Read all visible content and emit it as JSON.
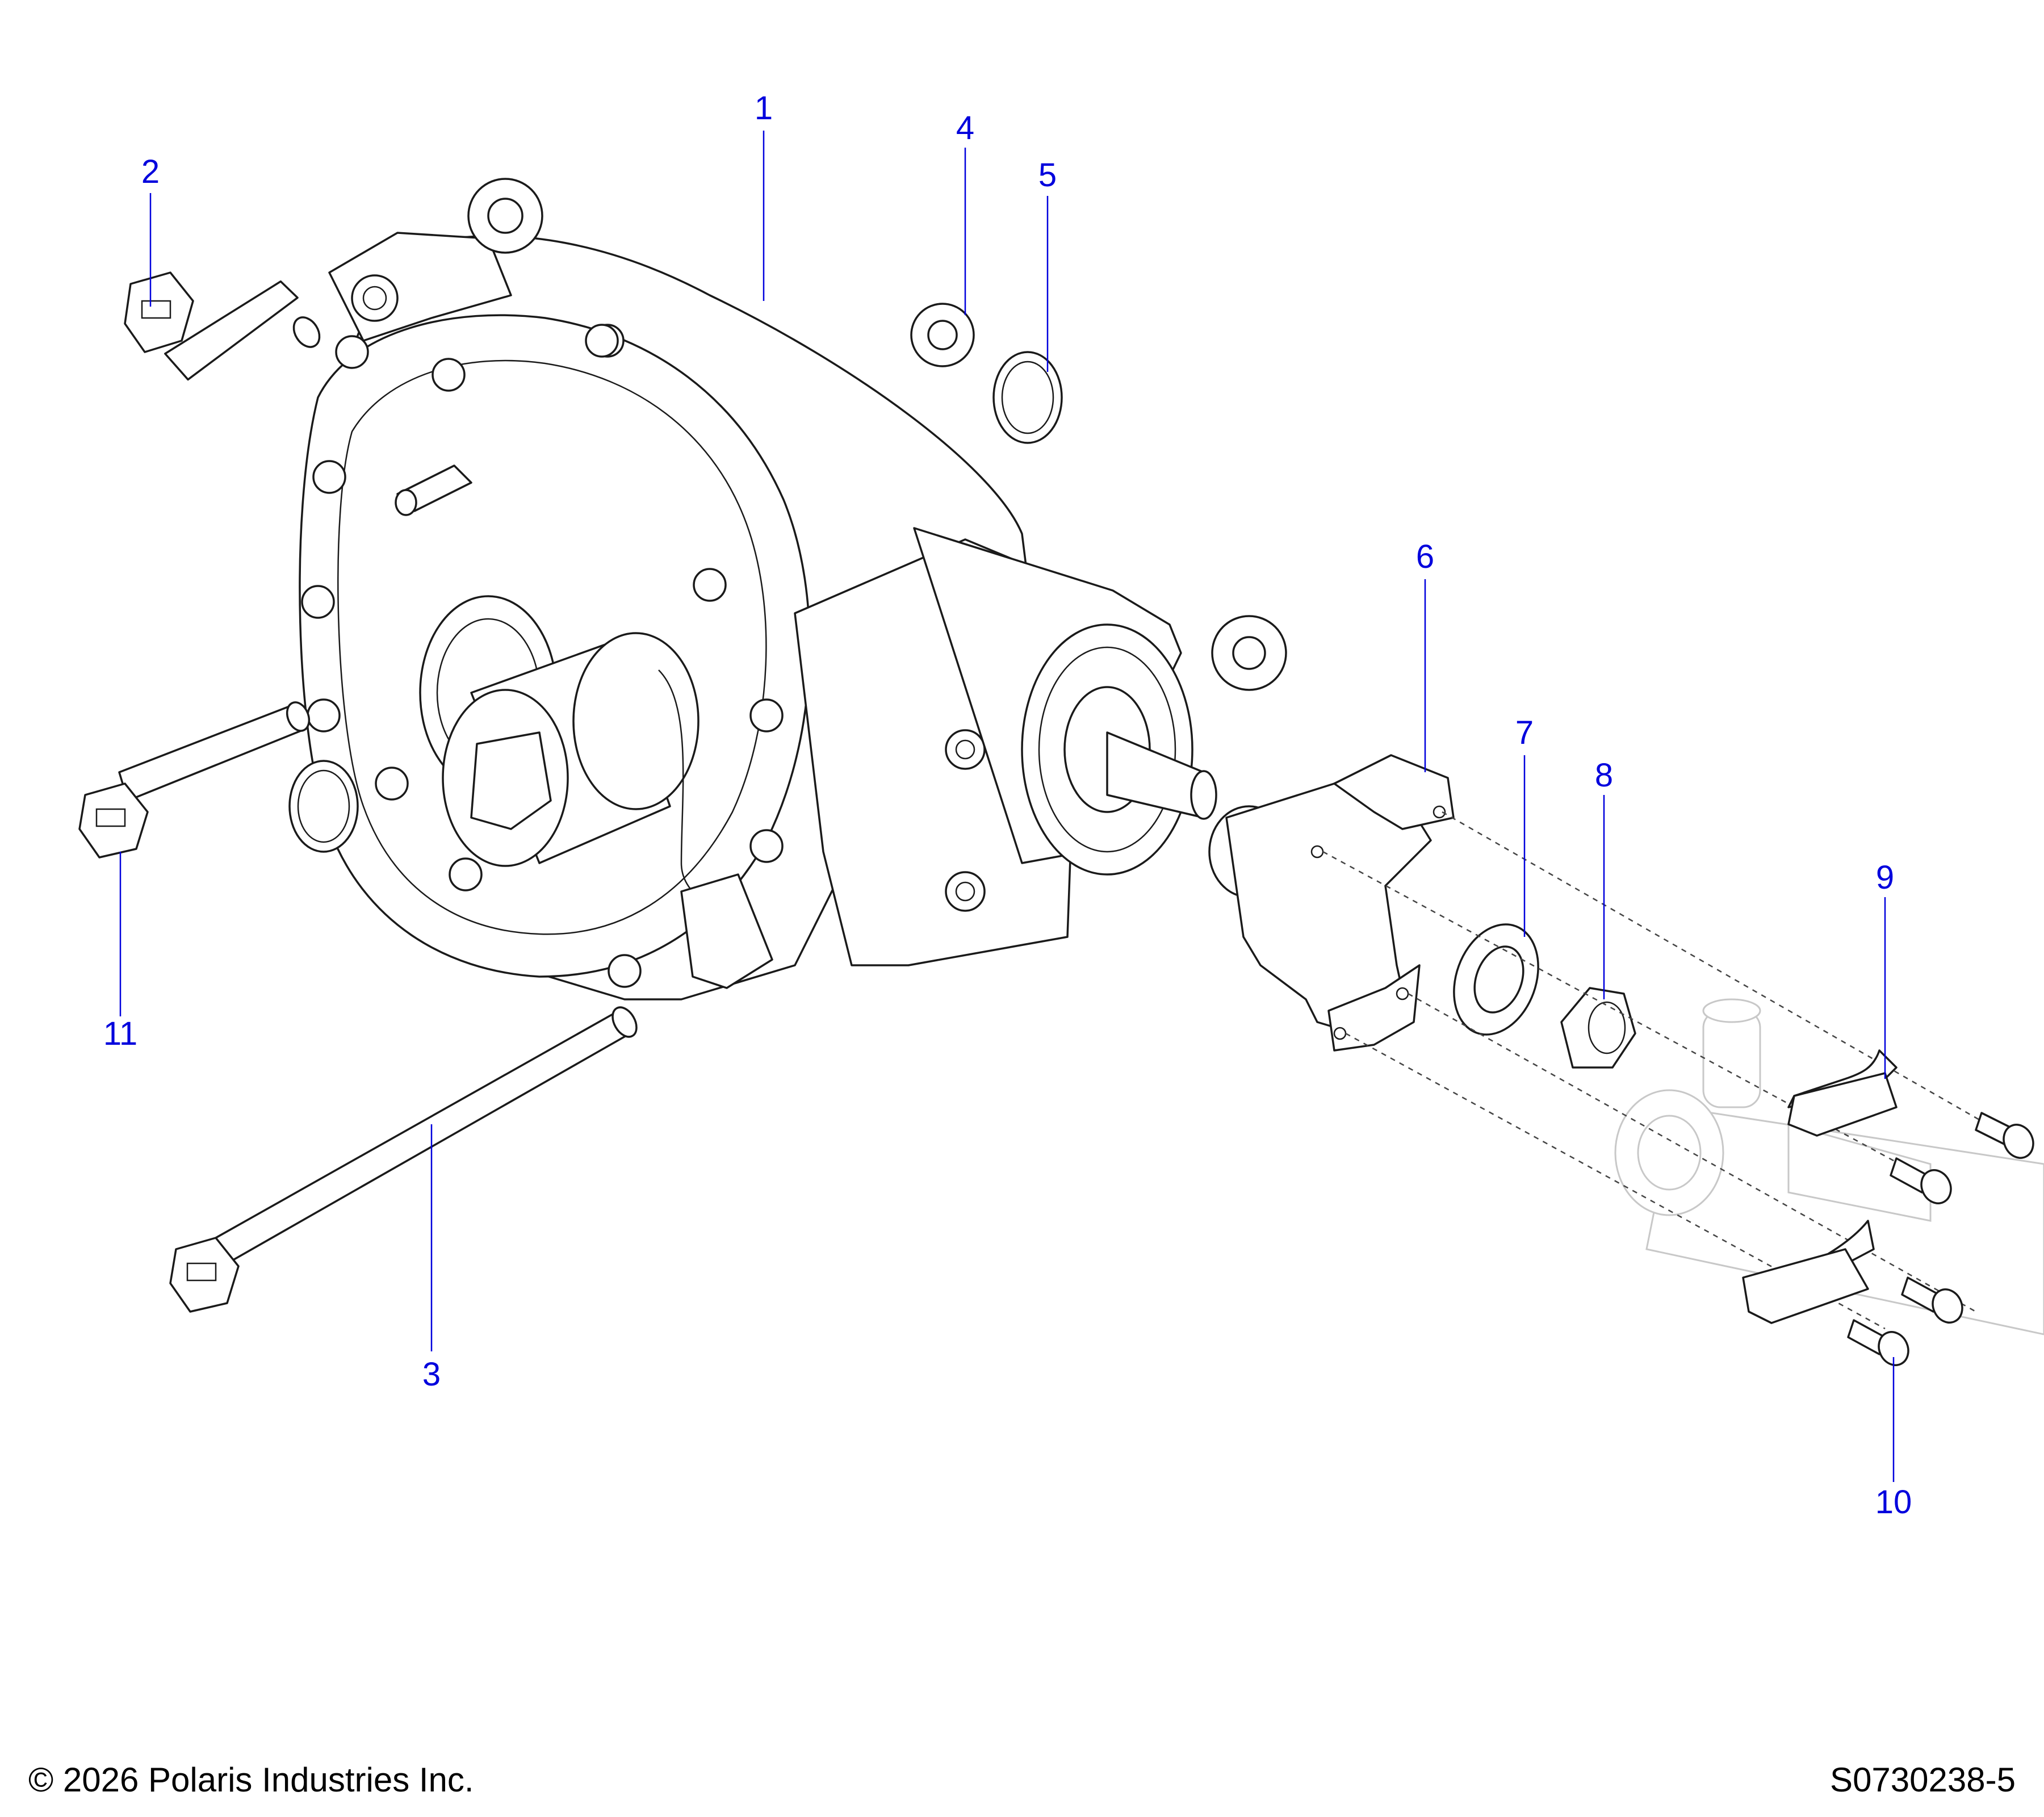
{
  "callouts": [
    {
      "id": "1",
      "label": "1"
    },
    {
      "id": "2",
      "label": "2"
    },
    {
      "id": "3",
      "label": "3"
    },
    {
      "id": "4",
      "label": "4"
    },
    {
      "id": "5",
      "label": "5"
    },
    {
      "id": "6",
      "label": "6"
    },
    {
      "id": "7",
      "label": "7"
    },
    {
      "id": "8",
      "label": "8"
    },
    {
      "id": "9",
      "label": "9"
    },
    {
      "id": "10",
      "label": "10"
    },
    {
      "id": "11",
      "label": "11"
    }
  ],
  "footer": {
    "copyright": "© 2026 Polaris Industries Inc.",
    "drawing_number": "S0730238-5"
  },
  "colors": {
    "callout": "#0000dd",
    "line": "#1a1a1a",
    "ghost": "#c8c8c8"
  }
}
